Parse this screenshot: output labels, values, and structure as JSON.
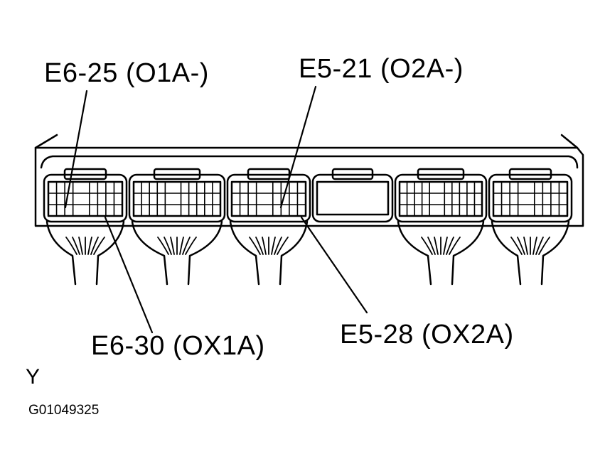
{
  "labels": {
    "e6_25": "E6-25 (O1A-)",
    "e5_21": "E5-21 (O2A-)",
    "e6_30": "E6-30 (OX1A)",
    "e5_28": "E5-28 (OX2A)"
  },
  "view_letter": "Y",
  "figure_code": "G01049325"
}
